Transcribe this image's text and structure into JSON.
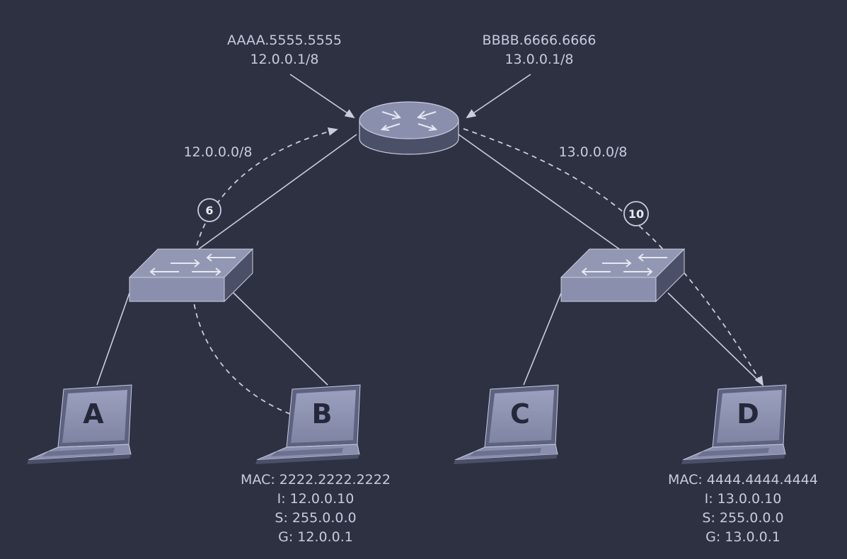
{
  "router": {
    "left_interface": {
      "mac": "AAAA.5555.5555",
      "ip": "12.0.0.1/8"
    },
    "right_interface": {
      "mac": "BBBB.6666.6666",
      "ip": "13.0.0.1/8"
    }
  },
  "networks": {
    "left": "12.0.0.0/8",
    "right": "13.0.0.0/8"
  },
  "steps": {
    "left": "6",
    "right": "10"
  },
  "hosts": {
    "a": {
      "letter": "A"
    },
    "b": {
      "letter": "B",
      "mac": "MAC: 2222.2222.2222",
      "ip": "I: 12.0.0.10",
      "subnet": "S: 255.0.0.0",
      "gateway": "G: 12.0.0.1"
    },
    "c": {
      "letter": "C"
    },
    "d": {
      "letter": "D",
      "mac": "MAC: 4444.4444.4444",
      "ip": "I: 13.0.0.10",
      "subnet": "S: 255.0.0.0",
      "gateway": "G: 13.0.0.1"
    }
  },
  "colors": {
    "background": "#2e3142",
    "device_face": "#8a8fad",
    "device_dark": "#4b4f68",
    "line": "#c9cde0"
  }
}
